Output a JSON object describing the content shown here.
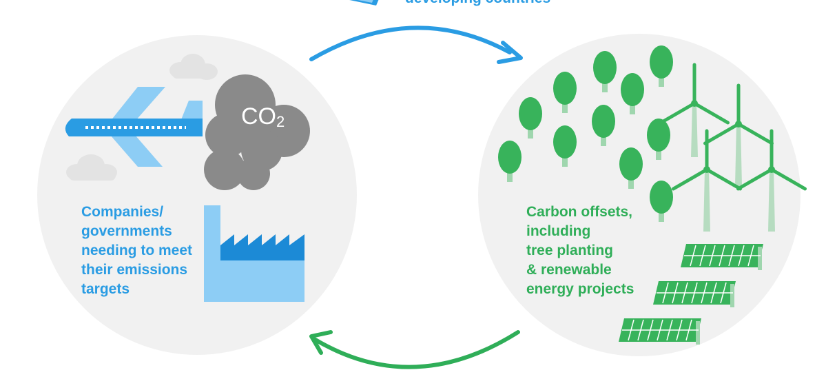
{
  "top_caption": "developing countries",
  "left_panel": {
    "lines": [
      "Companies/",
      "governments",
      "needing to meet",
      "their emissions",
      "targets"
    ]
  },
  "right_panel": {
    "lines": [
      "Carbon offsets,",
      "including",
      "tree planting",
      "& renewable",
      "energy projects"
    ]
  },
  "co2": {
    "main": "CO",
    "sub": "2"
  },
  "colors": {
    "blue": "#2a9ce3",
    "light_blue": "#8dcdf5",
    "dark_blue": "#1c8ad6",
    "green": "#2fae58",
    "tree_green": "#38b35b",
    "trunk": "#9fd6ae",
    "circle_bg": "#f1f1f1",
    "cloud_gray": "#8a8a8a",
    "light_cloud": "#e3e3e3",
    "turbine": "#b6dcc0"
  },
  "icons": [
    "airplane-icon",
    "co2-cloud-icon",
    "factory-icon",
    "tree-icon",
    "wind-turbine-icon",
    "solar-panel-icon",
    "cycle-arrow-icon"
  ]
}
